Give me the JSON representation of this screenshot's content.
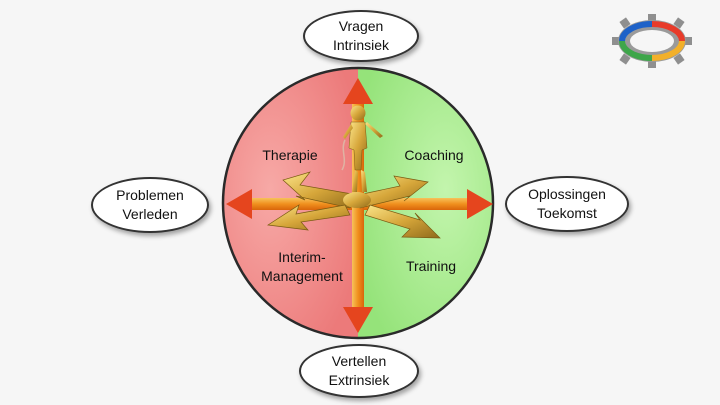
{
  "center": {
    "top_left": "Therapie",
    "top_right": "Coaching",
    "bottom_left_line1": "Interim-",
    "bottom_left_line2": "Management",
    "bottom_right": "Training"
  },
  "ovals": {
    "top": {
      "line1": "Vragen",
      "line2": "Intrinsiek"
    },
    "bottom": {
      "line1": "Vertellen",
      "line2": "Extrinsiek"
    },
    "left": {
      "line1": "Problemen",
      "line2": "Verleden"
    },
    "right": {
      "line1": "Oplossingen",
      "line2": "Toekomst"
    }
  },
  "colors": {
    "left_half": "#f08a8a",
    "right_half": "#a6ec8e",
    "arrow": "#f08a1e",
    "figure": "#d8b040"
  },
  "icons": {
    "logo": "gear-ring-logo-icon",
    "figure": "golden-figure-on-arrows-icon"
  }
}
